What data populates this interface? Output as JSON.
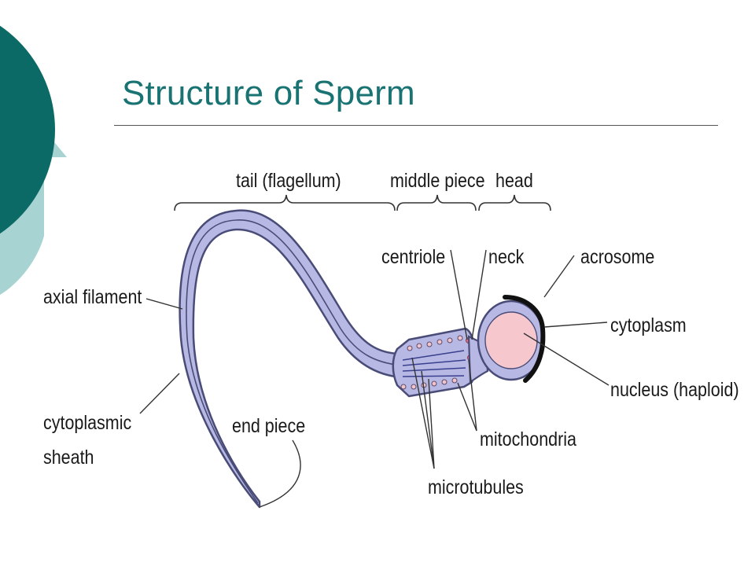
{
  "title": "Structure of Sperm",
  "colors": {
    "title": "#1a7373",
    "deco_dark": "#0c6a66",
    "deco_light": "#a7d3d2",
    "sperm_fill": "#b7b9e4",
    "sperm_outline": "#4a4c78",
    "nucleus_fill": "#f7c7ce",
    "acrosome_cap": "#111111"
  },
  "labels": {
    "tail": "tail (flagellum)",
    "middle_piece": "middle piece",
    "head": "head",
    "centriole": "centriole",
    "neck": "neck",
    "acrosome": "acrosome",
    "axial_filament": "axial filament",
    "cytoplasm": "cytoplasm",
    "nucleus": "nucleus (haploid)",
    "cytoplasmic_line1": "cytoplasmic",
    "cytoplasmic_line2": "sheath",
    "end_piece": "end piece",
    "mitochondria": "mitochondria",
    "microtubules": "microtubules"
  }
}
